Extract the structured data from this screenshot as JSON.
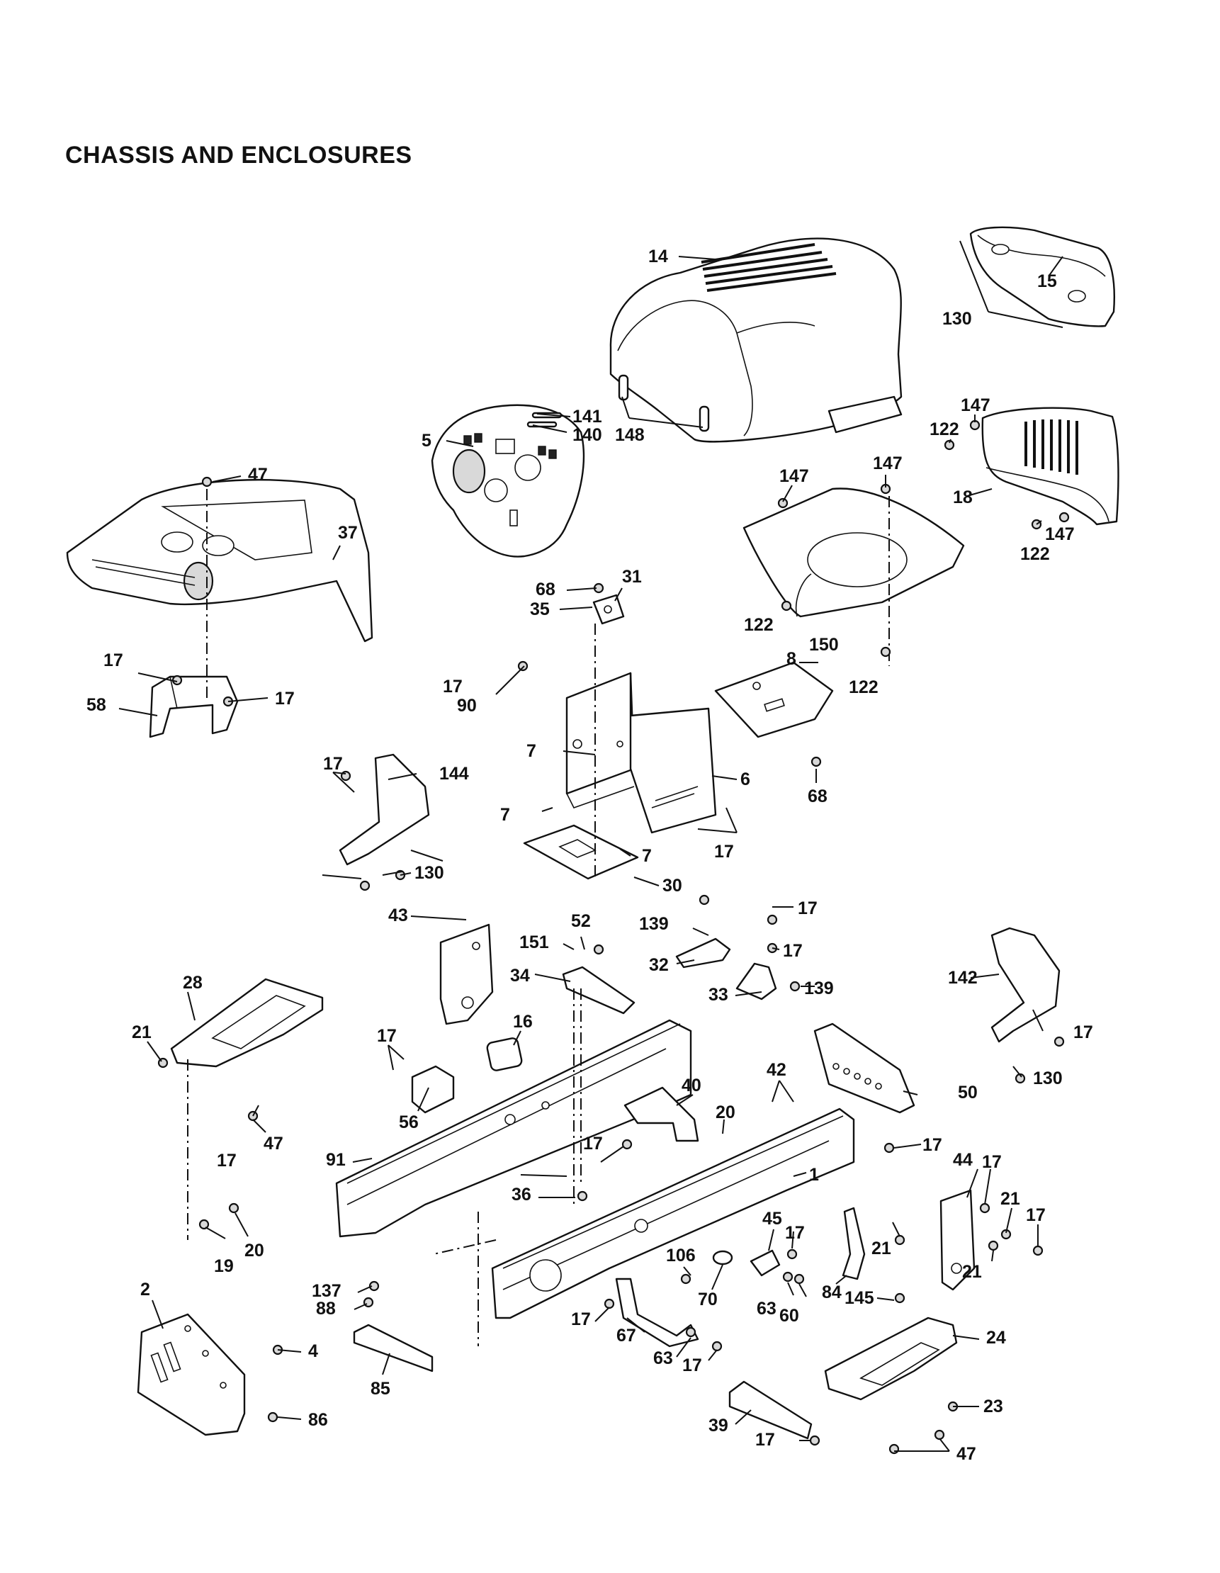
{
  "title": "CHASSIS AND ENCLOSURES",
  "callouts": {
    "c1": "1",
    "c2": "2",
    "c4": "4",
    "c5": "5",
    "c6": "6",
    "c7a": "7",
    "c7b": "7",
    "c7c": "7",
    "c8": "8",
    "c14": "14",
    "c15": "15",
    "c16": "16",
    "c17a": "17",
    "c17b": "17",
    "c17c": "17",
    "c17d": "17",
    "c17e": "17",
    "c17f": "17",
    "c17g": "17",
    "c17h": "17",
    "c17i": "17",
    "c17j": "17",
    "c17k": "17",
    "c17l": "17",
    "c17m": "17",
    "c17n": "17",
    "c17o": "17",
    "c17p": "17",
    "c17q": "17",
    "c18": "18",
    "c19": "19",
    "c20a": "20",
    "c20b": "20",
    "c21a": "21",
    "c21b": "21",
    "c21c": "21",
    "c21d": "21",
    "c23": "23",
    "c24": "24",
    "c28": "28",
    "c30": "30",
    "c31": "31",
    "c32": "32",
    "c33": "33",
    "c34": "34",
    "c35": "35",
    "c36": "36",
    "c37": "37",
    "c39": "39",
    "c40": "40",
    "c42": "42",
    "c43": "43",
    "c44": "44",
    "c45": "45",
    "c47a": "47",
    "c47b": "47",
    "c47c": "47",
    "c50": "50",
    "c52": "52",
    "c56": "56",
    "c58": "58",
    "c60": "60",
    "c63a": "63",
    "c63b": "63",
    "c67": "67",
    "c68a": "68",
    "c68b": "68",
    "c70": "70",
    "c84": "84",
    "c85": "85",
    "c86": "86",
    "c88": "88",
    "c90": "90",
    "c91": "91",
    "c106": "106",
    "c122a": "122",
    "c122b": "122",
    "c122c": "122",
    "c122d": "122",
    "c130a": "130",
    "c130b": "130",
    "c130c": "130",
    "c137": "137",
    "c139a": "139",
    "c139b": "139",
    "c140": "140",
    "c141": "141",
    "c142": "142",
    "c144": "144",
    "c145": "145",
    "c147a": "147",
    "c147b": "147",
    "c147c": "147",
    "c147d": "147",
    "c148": "148",
    "c150": "150",
    "c151": "151"
  }
}
